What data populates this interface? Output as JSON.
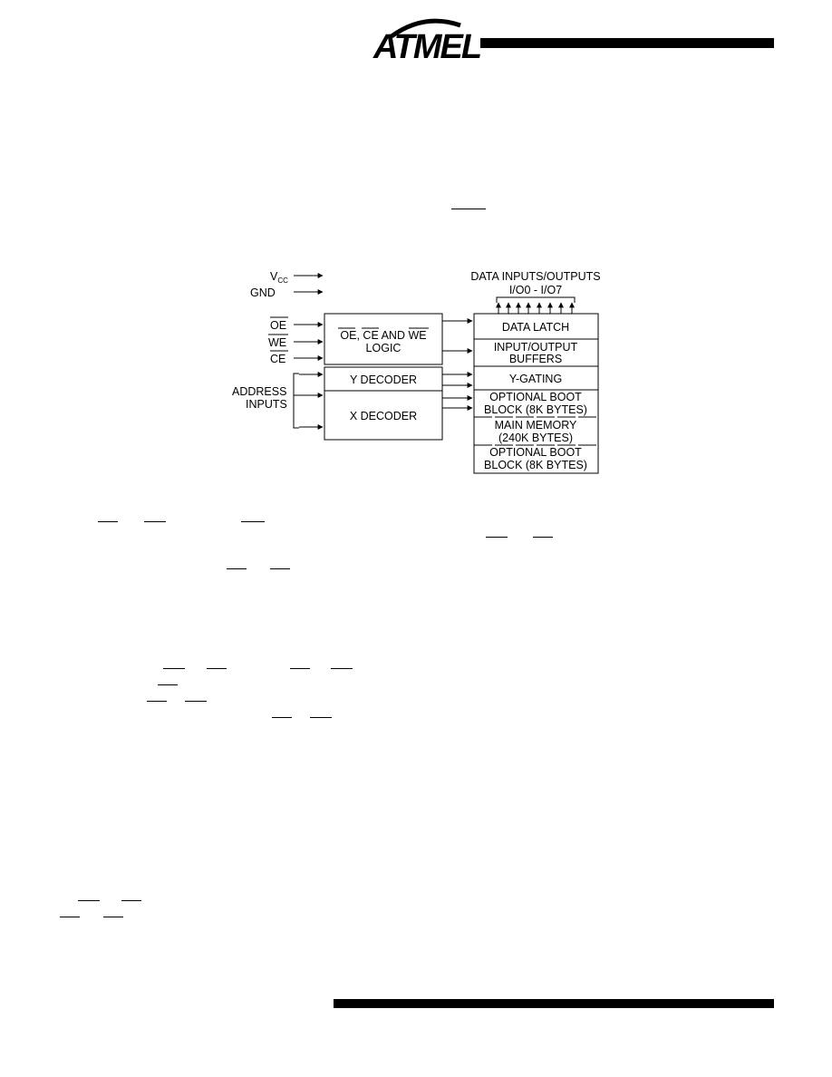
{
  "header": {
    "logo_text": "ATMEL"
  },
  "diagram": {
    "vcc": "V",
    "vcc_sub": "CC",
    "gnd": "GND",
    "oe": "OE",
    "we": "WE",
    "ce": "CE",
    "address_inputs_line1": "ADDRESS",
    "address_inputs_line2": "INPUTS",
    "data_io_line1": "DATA INPUTS/OUTPUTS",
    "data_io_line2": "I/O0 - I/O7",
    "logic_block_line1_a": "OE",
    "logic_block_line1_b": ", ",
    "logic_block_line1_c": "CE",
    "logic_block_line1_d": " AND ",
    "logic_block_line1_e": "WE",
    "logic_block_line2": "LOGIC",
    "y_decoder": "Y DECODER",
    "x_decoder": "X DECODER",
    "data_latch": "DATA LATCH",
    "io_buffers_line1": "INPUT/OUTPUT",
    "io_buffers_line2": "BUFFERS",
    "y_gating": "Y-GATING",
    "boot_top_line1": "OPTIONAL BOOT",
    "boot_top_line2": "BLOCK (8K BYTES)",
    "main_memory_line1": "MAIN MEMORY",
    "main_memory_line2": "(240K BYTES)",
    "boot_bottom_line1": "OPTIONAL BOOT",
    "boot_bottom_line2": "BLOCK (8K BYTES)"
  }
}
